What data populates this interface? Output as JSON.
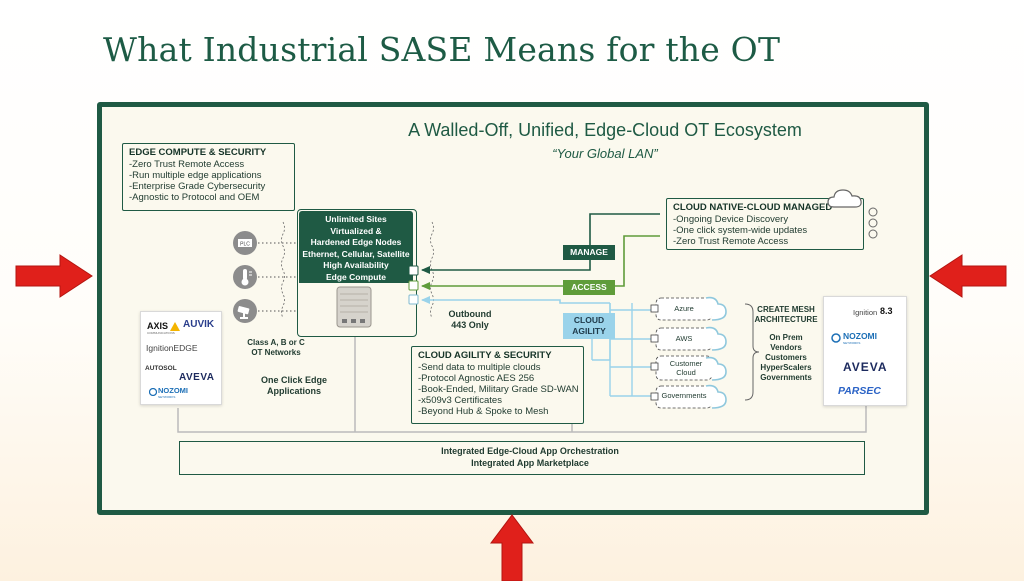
{
  "slide": {
    "title": "What Industrial SASE Means for the OT"
  },
  "diagram": {
    "title": "A Walled-Off, Unified, Edge-Cloud OT Ecosystem",
    "subtitle": "“Your Global LAN”",
    "colors": {
      "dark_green": "#1f5a44",
      "mid_green": "#5f9c3a",
      "light_blue": "#9ad3ea",
      "red_arrow": "#e0201b"
    },
    "edge_box": {
      "heading": "EDGE COMPUTE & SECURITY",
      "lines": [
        "-Zero Trust Remote Access",
        "-Run multiple edge applications",
        "-Enterprise Grade Cybersecurity",
        "-Agnostic to Protocol and OEM"
      ]
    },
    "edge_node": {
      "lines": [
        "Unlimited Sites",
        "Virtualized &",
        "Hardened Edge Nodes",
        "Ethernet, Cellular, Satellite",
        "High Availability",
        "Edge Compute"
      ]
    },
    "devices": [
      {
        "icon": "plc-icon",
        "label": "PLC"
      },
      {
        "icon": "thermometer-icon"
      },
      {
        "icon": "camera-icon"
      }
    ],
    "device_label": [
      "Class A, B or C",
      "OT Networks"
    ],
    "one_click": [
      "One Click Edge",
      "Applications"
    ],
    "outbound": [
      "Outbound",
      "443 Only"
    ],
    "manage_label": "MANAGE",
    "access_label": "ACCESS",
    "cloud_agility_label": [
      "CLOUD",
      "AGILITY"
    ],
    "cloud_box": {
      "heading": "CLOUD NATIVE-CLOUD MANAGED",
      "lines": [
        "-Ongoing Device Discovery",
        "-One click system-wide updates",
        "-Zero Trust Remote Access"
      ]
    },
    "agility_box": {
      "heading": "CLOUD AGILITY & SECURITY",
      "lines": [
        "-Send data to multiple clouds",
        "-Protocol Agnostic AES 256",
        "-Book-Ended, Military Grade SD-WAN",
        "-x509v3 Certificates",
        "-Beyond Hub & Spoke to Mesh"
      ]
    },
    "clouds": [
      "Azure",
      "AWS",
      "Customer Cloud",
      "Governments"
    ],
    "mesh": {
      "heading": [
        "CREATE MESH",
        "ARCHITECTURE"
      ],
      "lines": [
        "On Prem",
        "Vendors",
        "Customers",
        "HyperScalers",
        "Governments"
      ]
    },
    "left_logos": [
      "AXIS",
      "AUVIK",
      "IgnitionEDGE",
      "AUTOSOL",
      "AVEVA",
      "NOZOMI"
    ],
    "left_logo_subs": [
      "COMMUNICATIONS",
      "NETWORKS"
    ],
    "right_logos": [
      "Ignition",
      "8.3",
      "NOZOMI",
      "AVEVA",
      "PARSEC"
    ],
    "bottom_bar": [
      "Integrated Edge-Cloud App Orchestration",
      "Integrated App Marketplace"
    ]
  }
}
